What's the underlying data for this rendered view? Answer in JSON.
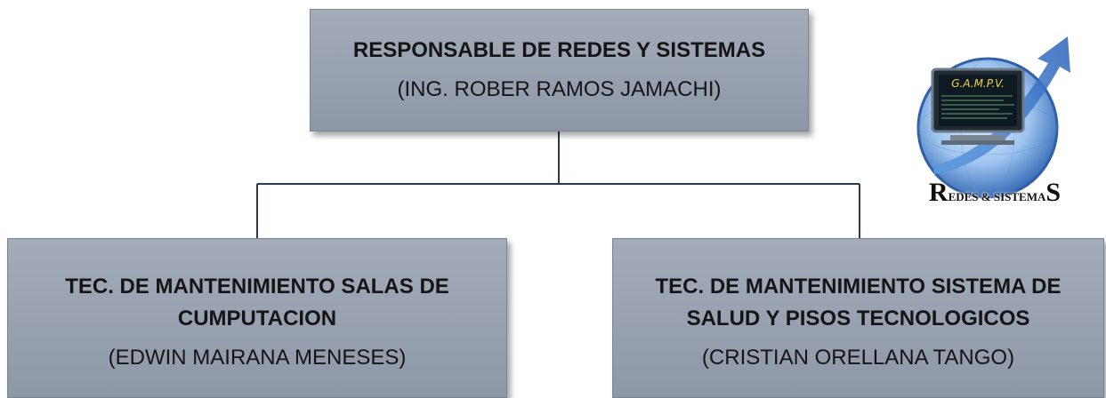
{
  "nodes": {
    "head": {
      "title": "RESPONSABLE DE REDES Y SISTEMAS",
      "name": "(ING. ROBER RAMOS JAMACHI)"
    },
    "left": {
      "title": "TEC. DE MANTENIMIENTO  SALAS DE CUMPUTACION",
      "name": "(EDWIN MAIRANA  MENESES)"
    },
    "right": {
      "title": "TEC. DE MANTENIMIENTO  SISTEMA DE SALUD Y PISOS TECNOLOGICOS",
      "name": "(CRISTIAN  ORELLANA TANGO)"
    }
  },
  "logo": {
    "screen_title": "G.A.M.P.V.",
    "brand_first_letter": "R",
    "brand_middle": "EDES & SISTEMA",
    "brand_last_letter": "S"
  },
  "colors": {
    "box_fill": "#99a1af",
    "connector": "#2b3a4c",
    "logo_blue": "#3a78c8"
  }
}
